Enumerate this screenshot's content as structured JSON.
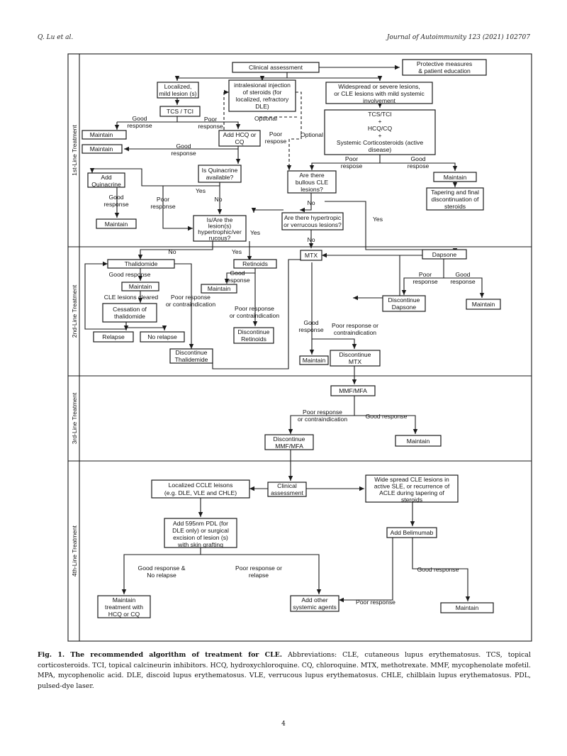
{
  "header": {
    "left": "Q. Lu et al.",
    "right": "Journal of Autoimmunity 123 (2021) 102707"
  },
  "figure": {
    "lanes": [
      "1st-Line Treatment",
      "2nd-Line Treatment",
      "3rd-Line Treatment",
      "4th-Line Treatment"
    ],
    "boxes": {
      "clinical_assessment": [
        "Clinical assessment"
      ],
      "protective": [
        "Protective measures",
        "& patient education"
      ],
      "localized": [
        "Localized,",
        "mild lesion (s)"
      ],
      "intralesional": [
        "intralesional injection",
        "of steroids (for",
        "localized, refractory",
        "DLE)"
      ],
      "widespread": [
        "Widespread or severe lesions,",
        "or CLE lesions with mild systemic",
        "involvement"
      ],
      "tcs_tci": [
        "TCS / TCI"
      ],
      "systemic": [
        "TCS/TCI",
        "+",
        "HCQ/CQ",
        "+",
        "Systemic Corticosteroids (active",
        "disease)"
      ],
      "maintain_1a": [
        "Maintain"
      ],
      "add_hcq": [
        "Add HCQ or",
        "CQ"
      ],
      "maintain_1b": [
        "Maintain"
      ],
      "is_quinacrine": [
        "Is Quinacrine",
        "available?"
      ],
      "add_quinacrine": [
        "Add",
        "Quinacrine"
      ],
      "bullous": [
        "Are there",
        "bullous CLE",
        "lesions?"
      ],
      "maintain_1c": [
        "Maintain"
      ],
      "tapering": [
        "Tapering and final",
        "discontinuation of",
        "steroids"
      ],
      "maintain_1d": [
        "Maintain"
      ],
      "hypertrophic_q": [
        "Is/Are the",
        "lesion(s)",
        "hypertrophic/ver",
        "rucous?"
      ],
      "hypertropic_q2": [
        "Are there hypertropic",
        "or verrucous lesions?"
      ],
      "thalidomide": [
        "Thalidomide"
      ],
      "retinoids": [
        "Retinoids"
      ],
      "mtx": [
        "MTX"
      ],
      "dapsone": [
        "Dapsone"
      ],
      "maintain_2a": [
        "Maintain"
      ],
      "maintain_2b": [
        "Maintain"
      ],
      "cessation": [
        "Cessation of",
        "thalidomide"
      ],
      "discontinue_dapsone": [
        "Discontinue",
        "Dapsone"
      ],
      "maintain_2c": [
        "Maintain"
      ],
      "relapse": [
        "Relapse"
      ],
      "no_relapse": [
        "No relapse"
      ],
      "discontinue_retinoids": [
        "Discontinue",
        "Retinoids"
      ],
      "discontinue_thal": [
        "Discontinue",
        "Thalidemide"
      ],
      "maintain_2d": [
        "Maintain"
      ],
      "discontinue_mtx": [
        "Discontinue",
        "MTX"
      ],
      "mmf": [
        "MMF/MFA"
      ],
      "discontinue_mmf": [
        "Discontinue",
        "MMF/MFA"
      ],
      "maintain_3": [
        "Maintain"
      ],
      "localized_ccle": [
        "Localized CCLE leisons",
        "(e.g. DLE, VLE and CHLE)"
      ],
      "clinical_4": [
        "Clinical",
        "assessment"
      ],
      "widespread_4": [
        "Wide spread CLE lesions in",
        "active SLE, or recurrence of",
        "ACLE during tapering of",
        "steroids"
      ],
      "pdl": [
        "Add 595nm PDL (for",
        "DLE only)  or surgical",
        "excision of lesion (s)",
        "with skin grafting"
      ],
      "belimumab": [
        "Add Belimumab"
      ],
      "maintain_hcq": [
        "Maintain",
        "treatment with",
        "HCQ or CQ"
      ],
      "add_other": [
        "Add other",
        "systemic agents"
      ],
      "maintain_4": [
        "Maintain"
      ]
    },
    "labels": {
      "good_response": [
        "Good",
        "response"
      ],
      "poor_response": [
        "Poor",
        "response"
      ],
      "optional": "Optional",
      "poor_respose": [
        "Poor",
        "respose"
      ],
      "good_respose": [
        "Good",
        "respose"
      ],
      "yes": "Yes",
      "no": "No",
      "good_response_one": "Good response",
      "cle_cleared": "CLE lesions cleared",
      "poor_or_contra": [
        "Poor response",
        "or contraindication"
      ],
      "poor_or_contra_2": [
        "Poor response or",
        "contraindication"
      ],
      "good_no_relapse": [
        "Good response &",
        "No relapse"
      ],
      "poor_or_relapse": [
        "Poor response or",
        "relapse"
      ],
      "poor_response_one": "Poor response"
    }
  },
  "caption": {
    "title": "Fig. 1. The recommended algorithm of treatment for CLE.",
    "text": " Abbreviations: CLE, cutaneous lupus erythematosus. TCS, topical corticosteroids. TCI, topical calcineurin inhibitors. HCQ, hydroxychloroquine. CQ, chloroquine. MTX, methotrexate. MMF, mycophenolate mofetil. MPA, mycophenolic acid. DLE, discoid lupus erythematosus. VLE, verrucous lupus erythematosus. CHLE, chilblain lupus erythematosus. PDL, pulsed-dye laser."
  },
  "page_number": "4"
}
